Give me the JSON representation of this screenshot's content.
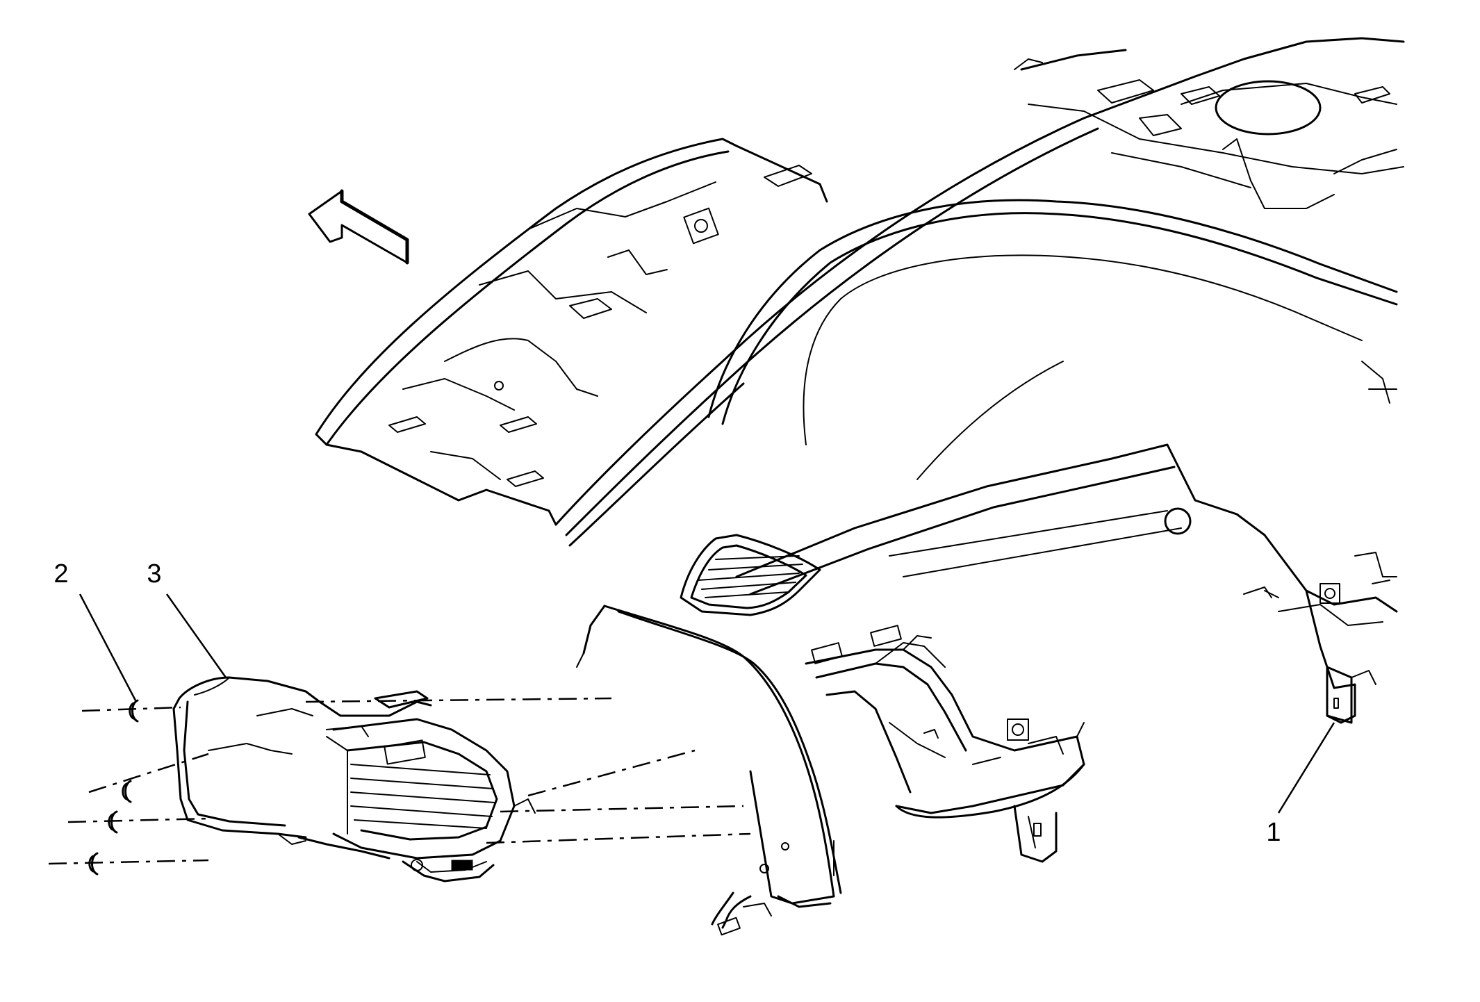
{
  "callouts": [
    {
      "id": "1",
      "label": "1"
    },
    {
      "id": "2",
      "label": "2"
    },
    {
      "id": "3",
      "label": "3"
    }
  ],
  "icons": {
    "direction_arrow": "front-direction-arrow-icon",
    "fastener_clip": "retaining-clip-icon"
  },
  "colors": {
    "line": "#000000",
    "background": "#ffffff"
  }
}
